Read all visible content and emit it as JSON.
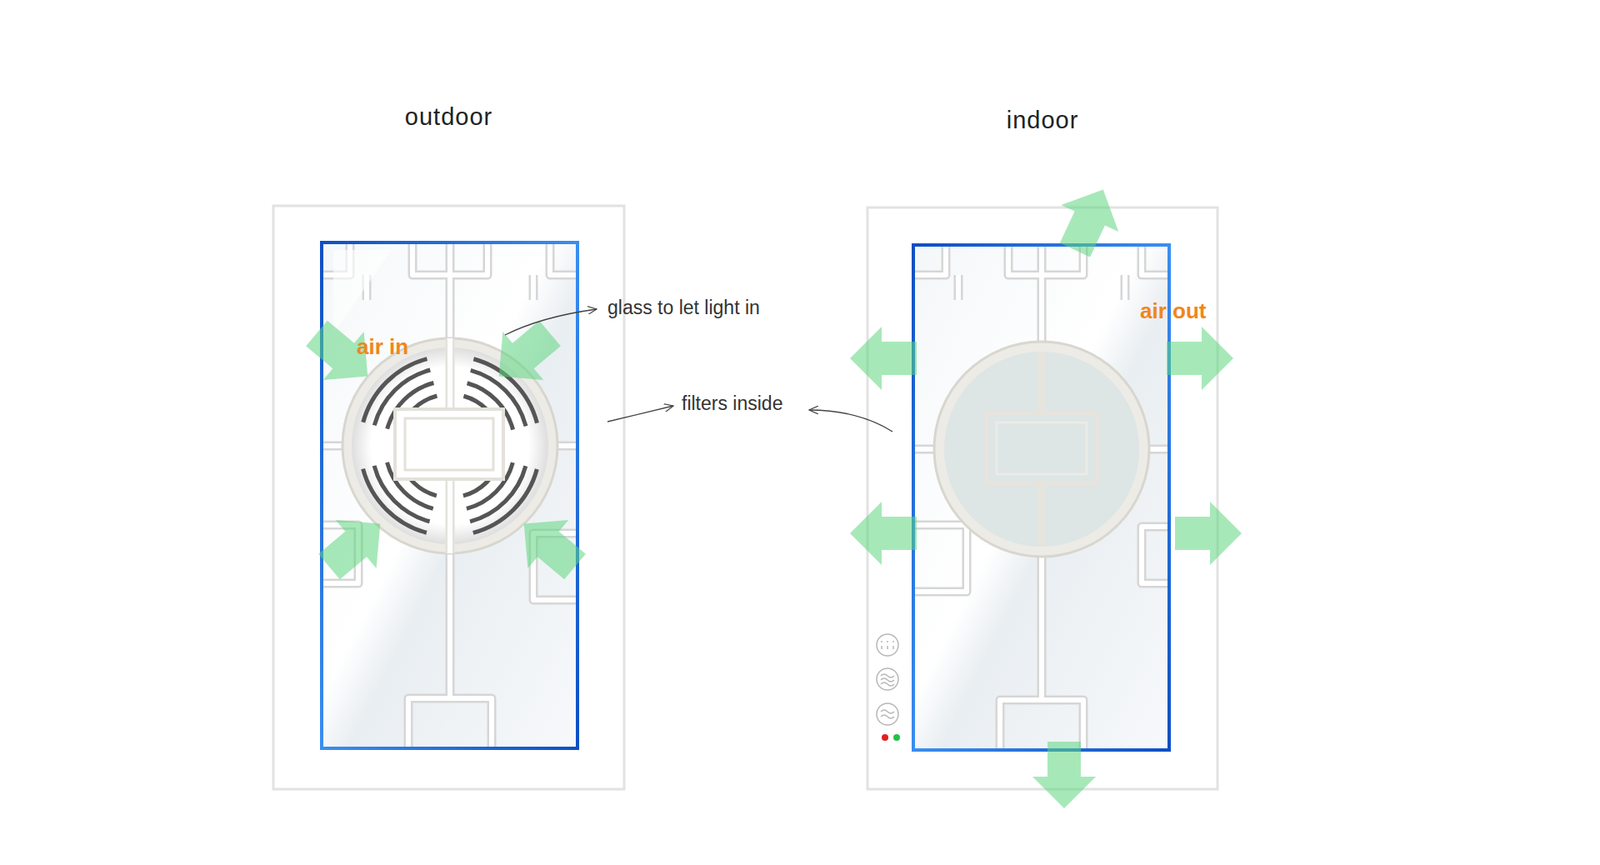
{
  "diagram": {
    "nodes": [
      {
        "text": [
          "outdoor"
        ]
      },
      {
        "text": [
          "indoor"
        ]
      }
    ],
    "labels": [
      "air in",
      "glass to let light in",
      "filters inside",
      "air out"
    ]
  }
}
